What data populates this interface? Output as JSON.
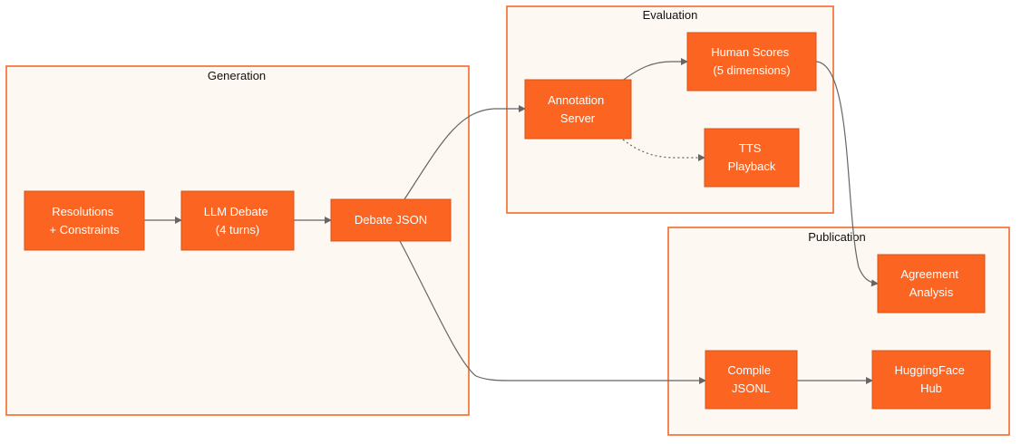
{
  "colors": {
    "node_fill": "#fc6421",
    "cluster_stroke": "#f26b2a",
    "cluster_fill": "#fdf8f2",
    "edge": "#666666"
  },
  "clusters": {
    "generation": {
      "title": "Generation"
    },
    "evaluation": {
      "title": "Evaluation"
    },
    "publication": {
      "title": "Publication"
    }
  },
  "nodes": {
    "resolutions": {
      "lines": [
        "Resolutions",
        "+ Constraints"
      ]
    },
    "llm_debate": {
      "lines": [
        "LLM Debate",
        "(4 turns)"
      ]
    },
    "debate_json": {
      "lines": [
        "Debate JSON"
      ]
    },
    "annotation_server": {
      "lines": [
        "Annotation",
        "Server"
      ]
    },
    "human_scores": {
      "lines": [
        "Human Scores",
        "(5 dimensions)"
      ]
    },
    "tts_playback": {
      "lines": [
        "TTS",
        "Playback"
      ]
    },
    "agreement_analysis": {
      "lines": [
        "Agreement",
        "Analysis"
      ]
    },
    "compile_jsonl": {
      "lines": [
        "Compile",
        "JSONL"
      ]
    },
    "huggingface_hub": {
      "lines": [
        "HuggingFace",
        "Hub"
      ]
    }
  },
  "edges": [
    {
      "from": "resolutions",
      "to": "llm_debate",
      "style": "solid"
    },
    {
      "from": "llm_debate",
      "to": "debate_json",
      "style": "solid"
    },
    {
      "from": "debate_json",
      "to": "annotation_server",
      "style": "solid"
    },
    {
      "from": "debate_json",
      "to": "compile_jsonl",
      "style": "solid"
    },
    {
      "from": "annotation_server",
      "to": "human_scores",
      "style": "solid"
    },
    {
      "from": "annotation_server",
      "to": "tts_playback",
      "style": "dotted"
    },
    {
      "from": "human_scores",
      "to": "agreement_analysis",
      "style": "solid"
    },
    {
      "from": "compile_jsonl",
      "to": "huggingface_hub",
      "style": "solid"
    }
  ]
}
